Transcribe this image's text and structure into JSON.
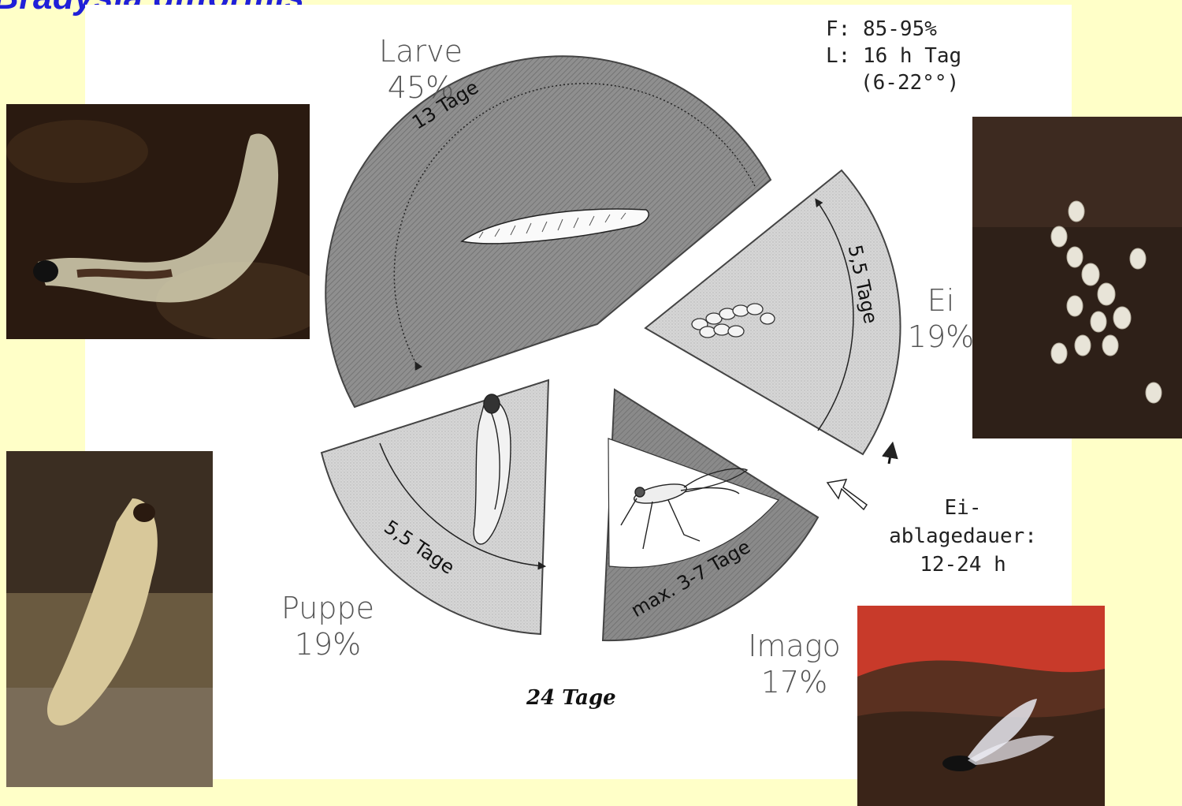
{
  "title": "Bradysia difformis",
  "conditions": {
    "humidity": "F: 85-95%",
    "light": "L: 16 h Tag",
    "hours": "(6-22°°)"
  },
  "stages": [
    {
      "name": "Larve",
      "share": "45%",
      "duration": "13 Tage",
      "percent": 45
    },
    {
      "name": "Ei",
      "share": "19%",
      "duration": "5,5 Tage",
      "percent": 19
    },
    {
      "name": "Imago",
      "share": "17%",
      "duration": "max. 3-7 Tage",
      "percent": 17
    },
    {
      "name": "Puppe",
      "share": "19%",
      "duration": "5,5 Tage",
      "percent": 19
    }
  ],
  "total": "24 Tage",
  "oviposition": {
    "line1": "Ei-",
    "line2": "ablagedauer:",
    "line3": "12-24 h"
  },
  "colors": {
    "background": "#ffffc8",
    "title": "#2020d8",
    "larva_sector": "#8c8c8c",
    "egg_sector": "#d4d4d4",
    "imago_sector": "#8a8a8a",
    "pupa_sector": "#d8d8d8"
  }
}
